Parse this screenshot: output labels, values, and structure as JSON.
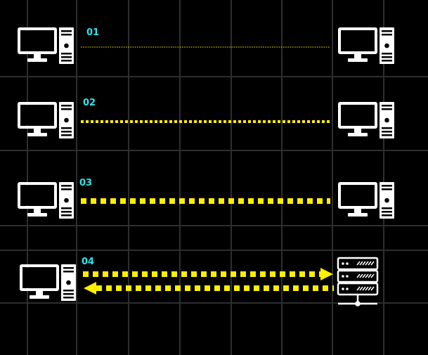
{
  "colors": {
    "background": "#000000",
    "grid": "#2e2e2e",
    "label": "#25e8ee",
    "link": "#ffee00",
    "icon": "#ffffff"
  },
  "rows": [
    {
      "label": "01",
      "left_icon": "computer-icon",
      "right_icon": "computer-icon",
      "link": "thin-dotted-line"
    },
    {
      "label": "02",
      "left_icon": "computer-icon",
      "right_icon": "computer-icon",
      "link": "medium-dotted-line"
    },
    {
      "label": "03",
      "left_icon": "computer-icon",
      "right_icon": "computer-icon",
      "link": "thick-dotted-line"
    },
    {
      "label": "04",
      "left_icon": "computer-icon",
      "right_icon": "server-icon",
      "link": "bidirectional-dotted-arrows"
    }
  ]
}
